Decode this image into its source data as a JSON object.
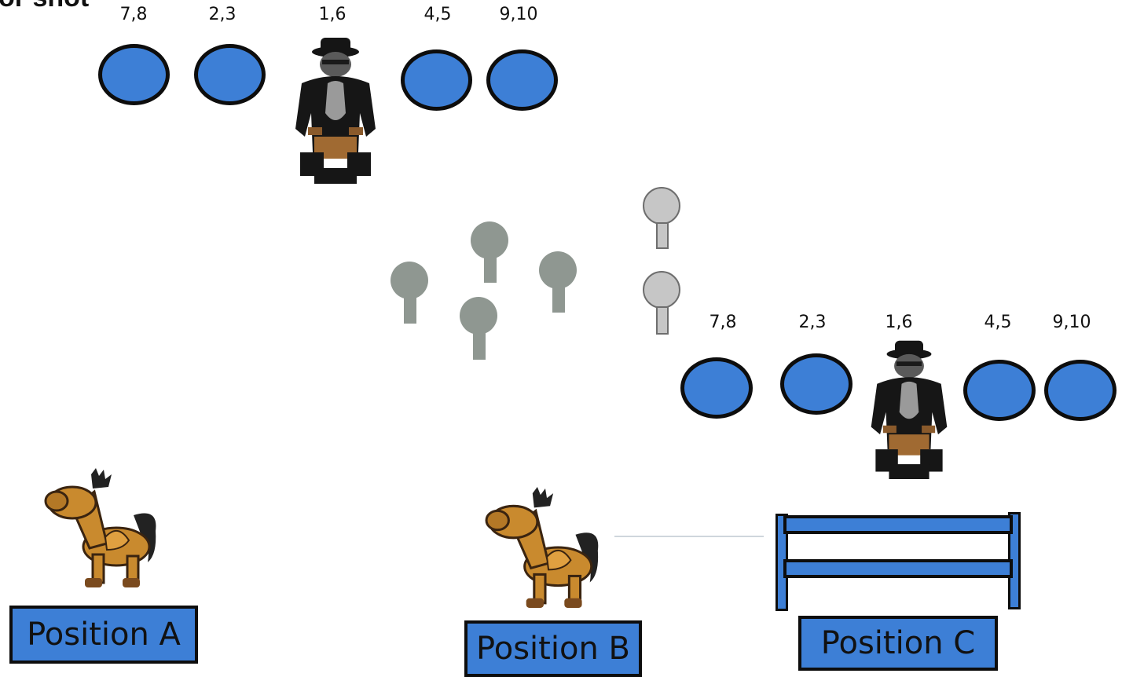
{
  "corner_title": "or shot",
  "top_array": {
    "labels": [
      "7,8",
      "2,3",
      "1,6",
      "4,5",
      "9,10"
    ]
  },
  "right_array": {
    "labels": [
      "7,8",
      "2,3",
      "1,6",
      "4,5",
      "9,10"
    ]
  },
  "positions": {
    "a": "Position A",
    "b": "Position B",
    "c": "Position C"
  },
  "colors": {
    "plate_blue": "#3d7fd6",
    "popper_dark": "#8f9791",
    "popper_light": "#c6c6c6",
    "outline": "#0d0d0d"
  },
  "icons": {
    "bad_guy": "bandit-target-icon",
    "horse": "horse-icon",
    "popper": "popper-target-icon",
    "fence": "fence-icon"
  }
}
